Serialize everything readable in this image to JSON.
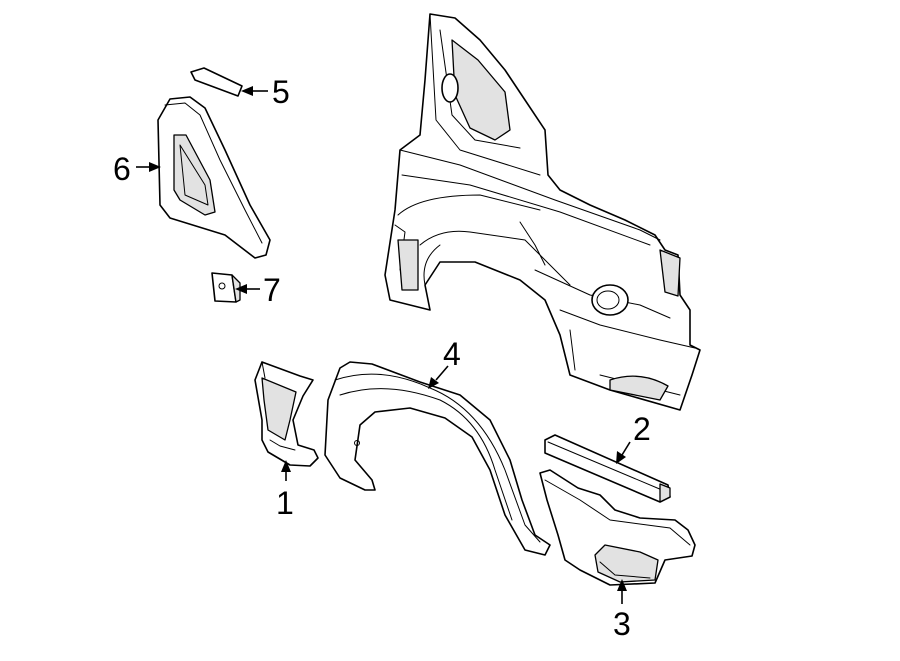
{
  "callouts": [
    {
      "id": "1",
      "label": "1"
    },
    {
      "id": "2",
      "label": "2"
    },
    {
      "id": "3",
      "label": "3"
    },
    {
      "id": "4",
      "label": "4"
    },
    {
      "id": "5",
      "label": "5"
    },
    {
      "id": "6",
      "label": "6"
    },
    {
      "id": "7",
      "label": "7"
    }
  ],
  "colors": {
    "line": "#000000",
    "background": "#ffffff",
    "shade": "#e2e2e2"
  }
}
